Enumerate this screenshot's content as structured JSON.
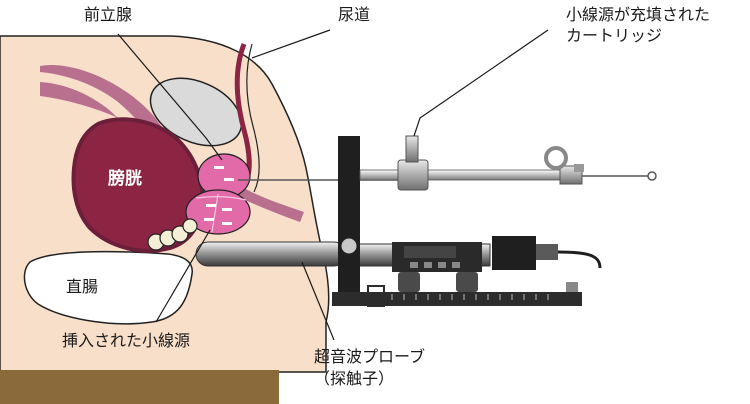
{
  "labels": {
    "prostate": "前立腺",
    "urethra": "尿道",
    "cartridge_line1": "小線源が充填された",
    "cartridge_line2": "カートリッジ",
    "bladder": "膀胱",
    "rectum": "直腸",
    "seeds": "挿入された小線源",
    "probe_line1": "超音波プローブ",
    "probe_line2": "（探触子）"
  },
  "colors": {
    "skin": "#f8dfc9",
    "skin_outline": "#222222",
    "tissue": "#b96f8e",
    "bladder": "#8c2443",
    "prostate": "#e26aa9",
    "bone": "#dadada",
    "floor": "#8a6a3a"
  }
}
